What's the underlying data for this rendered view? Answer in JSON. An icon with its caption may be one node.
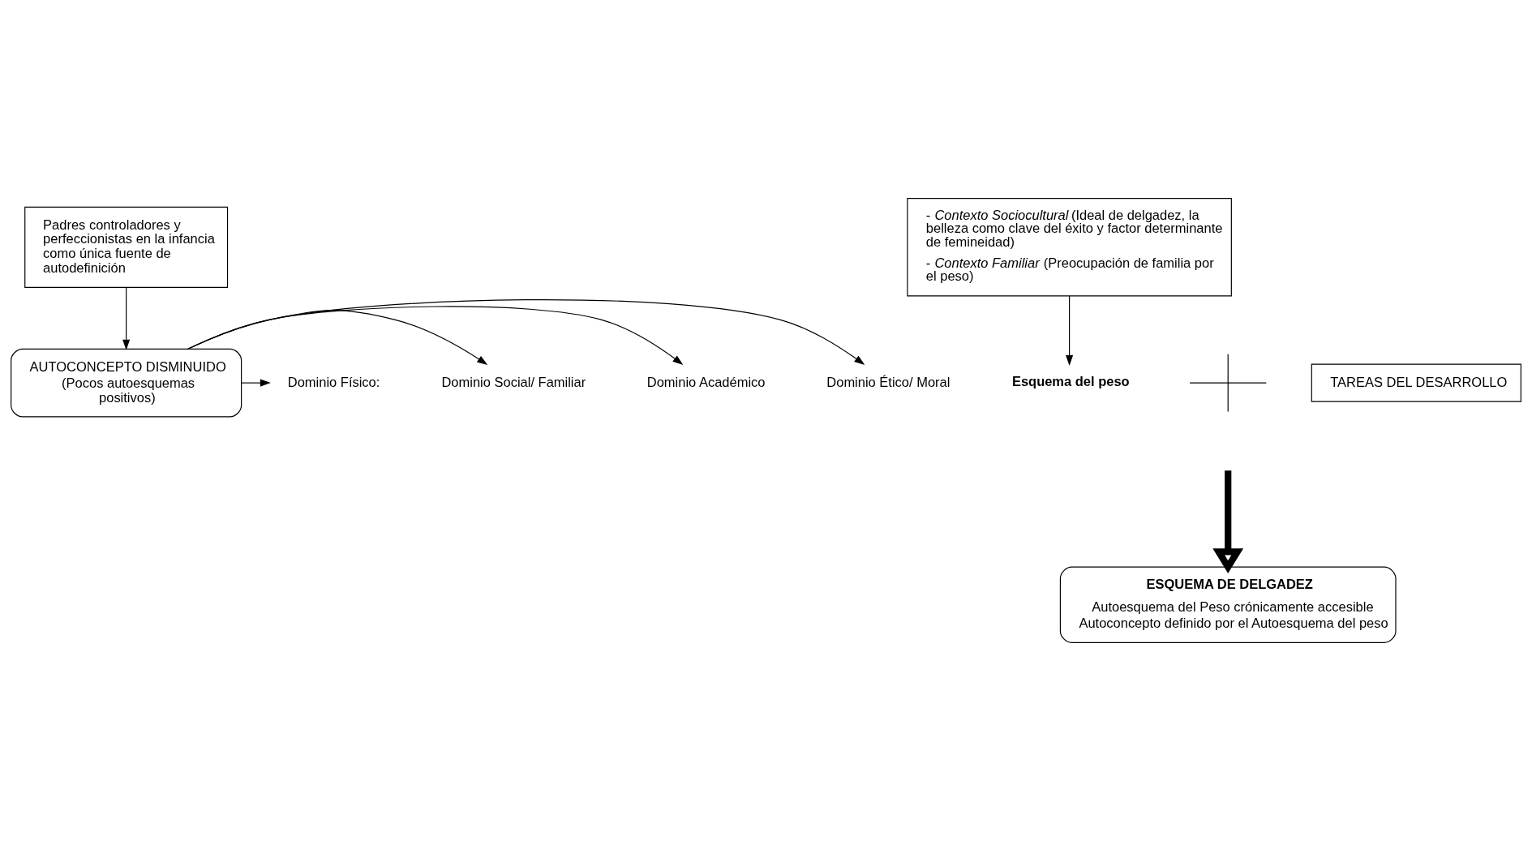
{
  "diagram": {
    "nodes": [
      {
        "text": [
          "Padres controladores y perfeccionistas en la infancia como única fuente de autodefinición"
        ]
      },
      {
        "text": [
          "AUTOCONCEPTO DISMINUIDO",
          "(Pocos autoesquemas positivos)"
        ]
      },
      {
        "text": [
          "- *Contexto Sociocultural* (Ideal de delgadez, la belleza como clave del éxito y factor determinante de femineidad)",
          "- *Contexto Familiar* (Preocupación de familia por el peso)"
        ]
      },
      {
        "text": [
          "Dominio Físico:"
        ]
      },
      {
        "text": [
          "Dominio Social/ Familiar"
        ]
      },
      {
        "text": [
          "Dominio Académico"
        ]
      },
      {
        "text": [
          "Dominio Ético/ Moral"
        ]
      },
      {
        "text": [
          "Esquema del peso"
        ]
      },
      {
        "text": [
          "TAREAS DEL DESARROLLO"
        ]
      },
      {
        "text": [
          "ESQUEMA DE DELGADEZ",
          "Autoesquema del Peso crónicamente accesible",
          "Autoconcepto definido por el Autoesquema del peso"
        ]
      }
    ],
    "edges": [
      {
        "from": 0,
        "to": 1,
        "arrow": "to"
      },
      {
        "from": 2,
        "to": 7,
        "arrow": "to"
      },
      {
        "from": 1,
        "to": 3,
        "arrow": "to"
      },
      {
        "from": 1,
        "to": 4,
        "arrow": "to"
      },
      {
        "from": 1,
        "to": 5,
        "arrow": "to"
      },
      {
        "from": 1,
        "to": 6,
        "arrow": "to"
      },
      {
        "from": null,
        "to": 9,
        "arrow": "to",
        "style": "thick"
      }
    ]
  }
}
